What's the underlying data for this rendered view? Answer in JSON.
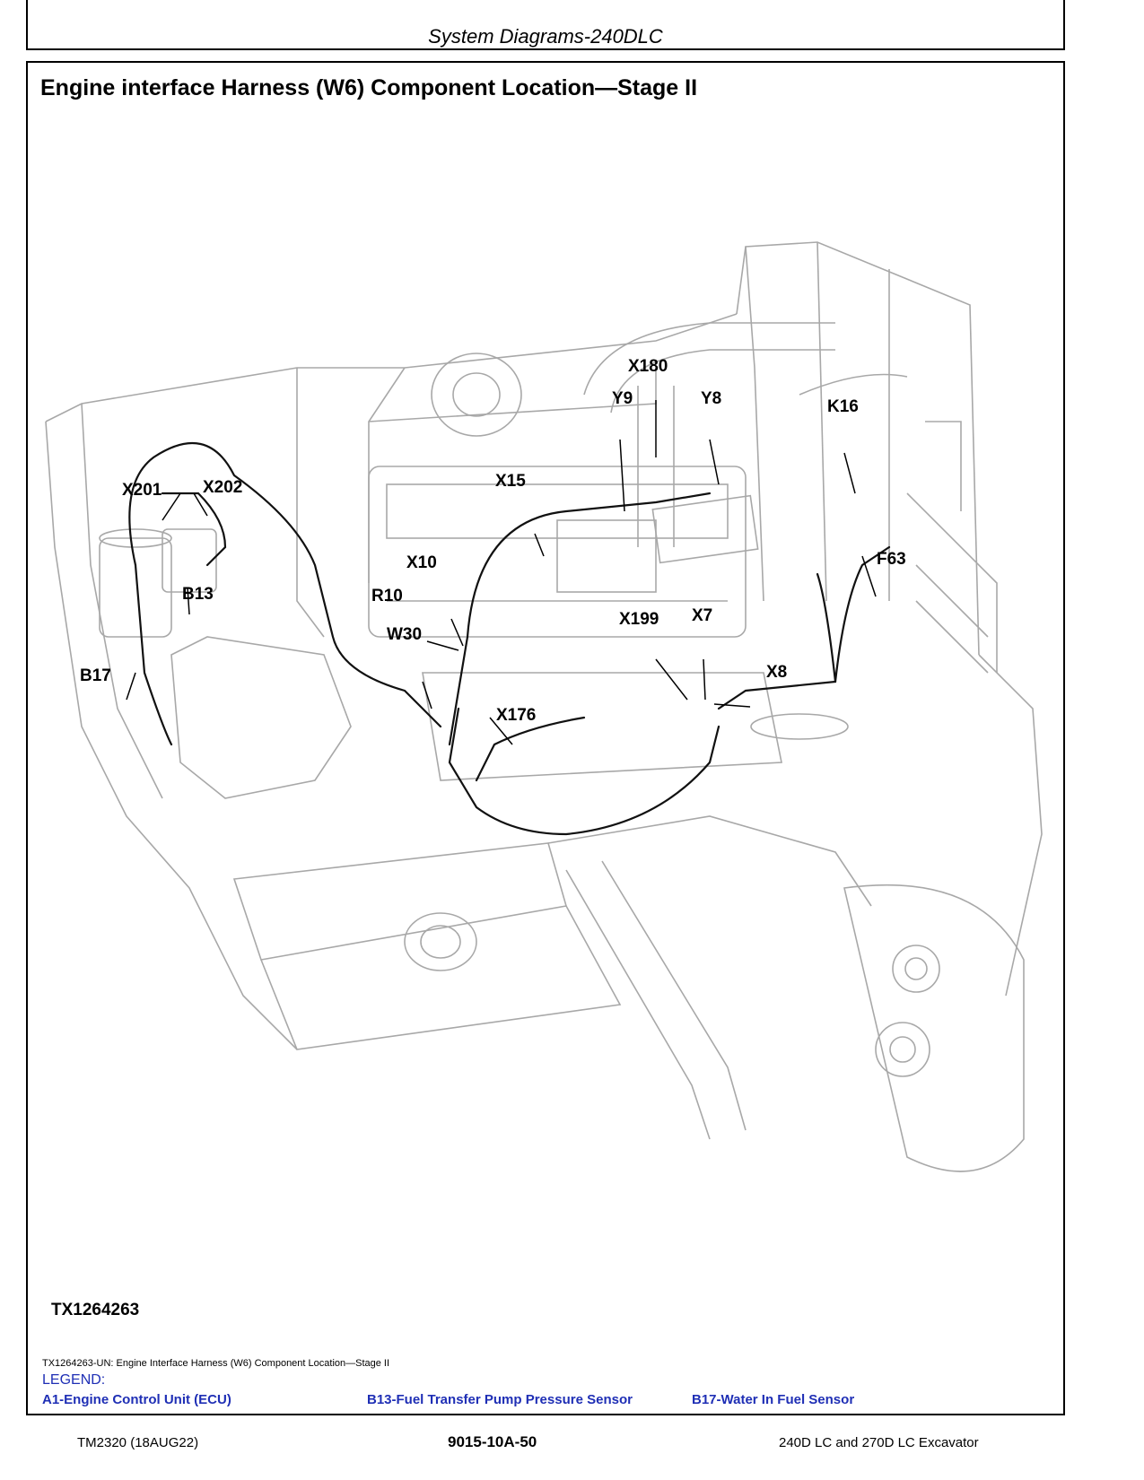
{
  "header": {
    "title": "System Diagrams-240DLC"
  },
  "page_title": "Engine interface Harness (W6) Component Location—Stage II",
  "callouts": [
    {
      "id": "x180",
      "label": "X180"
    },
    {
      "id": "y9",
      "label": "Y9"
    },
    {
      "id": "y8",
      "label": "Y8"
    },
    {
      "id": "k16",
      "label": "K16"
    },
    {
      "id": "x201",
      "label": "X201"
    },
    {
      "id": "x202",
      "label": "X202"
    },
    {
      "id": "x15",
      "label": "X15"
    },
    {
      "id": "b13",
      "label": "B13"
    },
    {
      "id": "x10",
      "label": "X10"
    },
    {
      "id": "r10",
      "label": "R10"
    },
    {
      "id": "f63",
      "label": "F63"
    },
    {
      "id": "w30",
      "label": "W30"
    },
    {
      "id": "x199",
      "label": "X199"
    },
    {
      "id": "x7",
      "label": "X7"
    },
    {
      "id": "b17",
      "label": "B17"
    },
    {
      "id": "x8",
      "label": "X8"
    },
    {
      "id": "x176",
      "label": "X176"
    }
  ],
  "figure_id": "TX1264263",
  "caption": "TX1264263-UN: Engine Interface Harness (W6) Component Location—Stage II",
  "legend": {
    "heading": "LEGEND:",
    "items": [
      "A1-Engine Control Unit (ECU)",
      "B13-Fuel Transfer Pump Pressure Sensor",
      "B17-Water In Fuel Sensor"
    ]
  },
  "footer": {
    "left": "TM2320 (18AUG22)",
    "center": "9015-10A-50",
    "right": "240D LC and 270D LC Excavator"
  }
}
